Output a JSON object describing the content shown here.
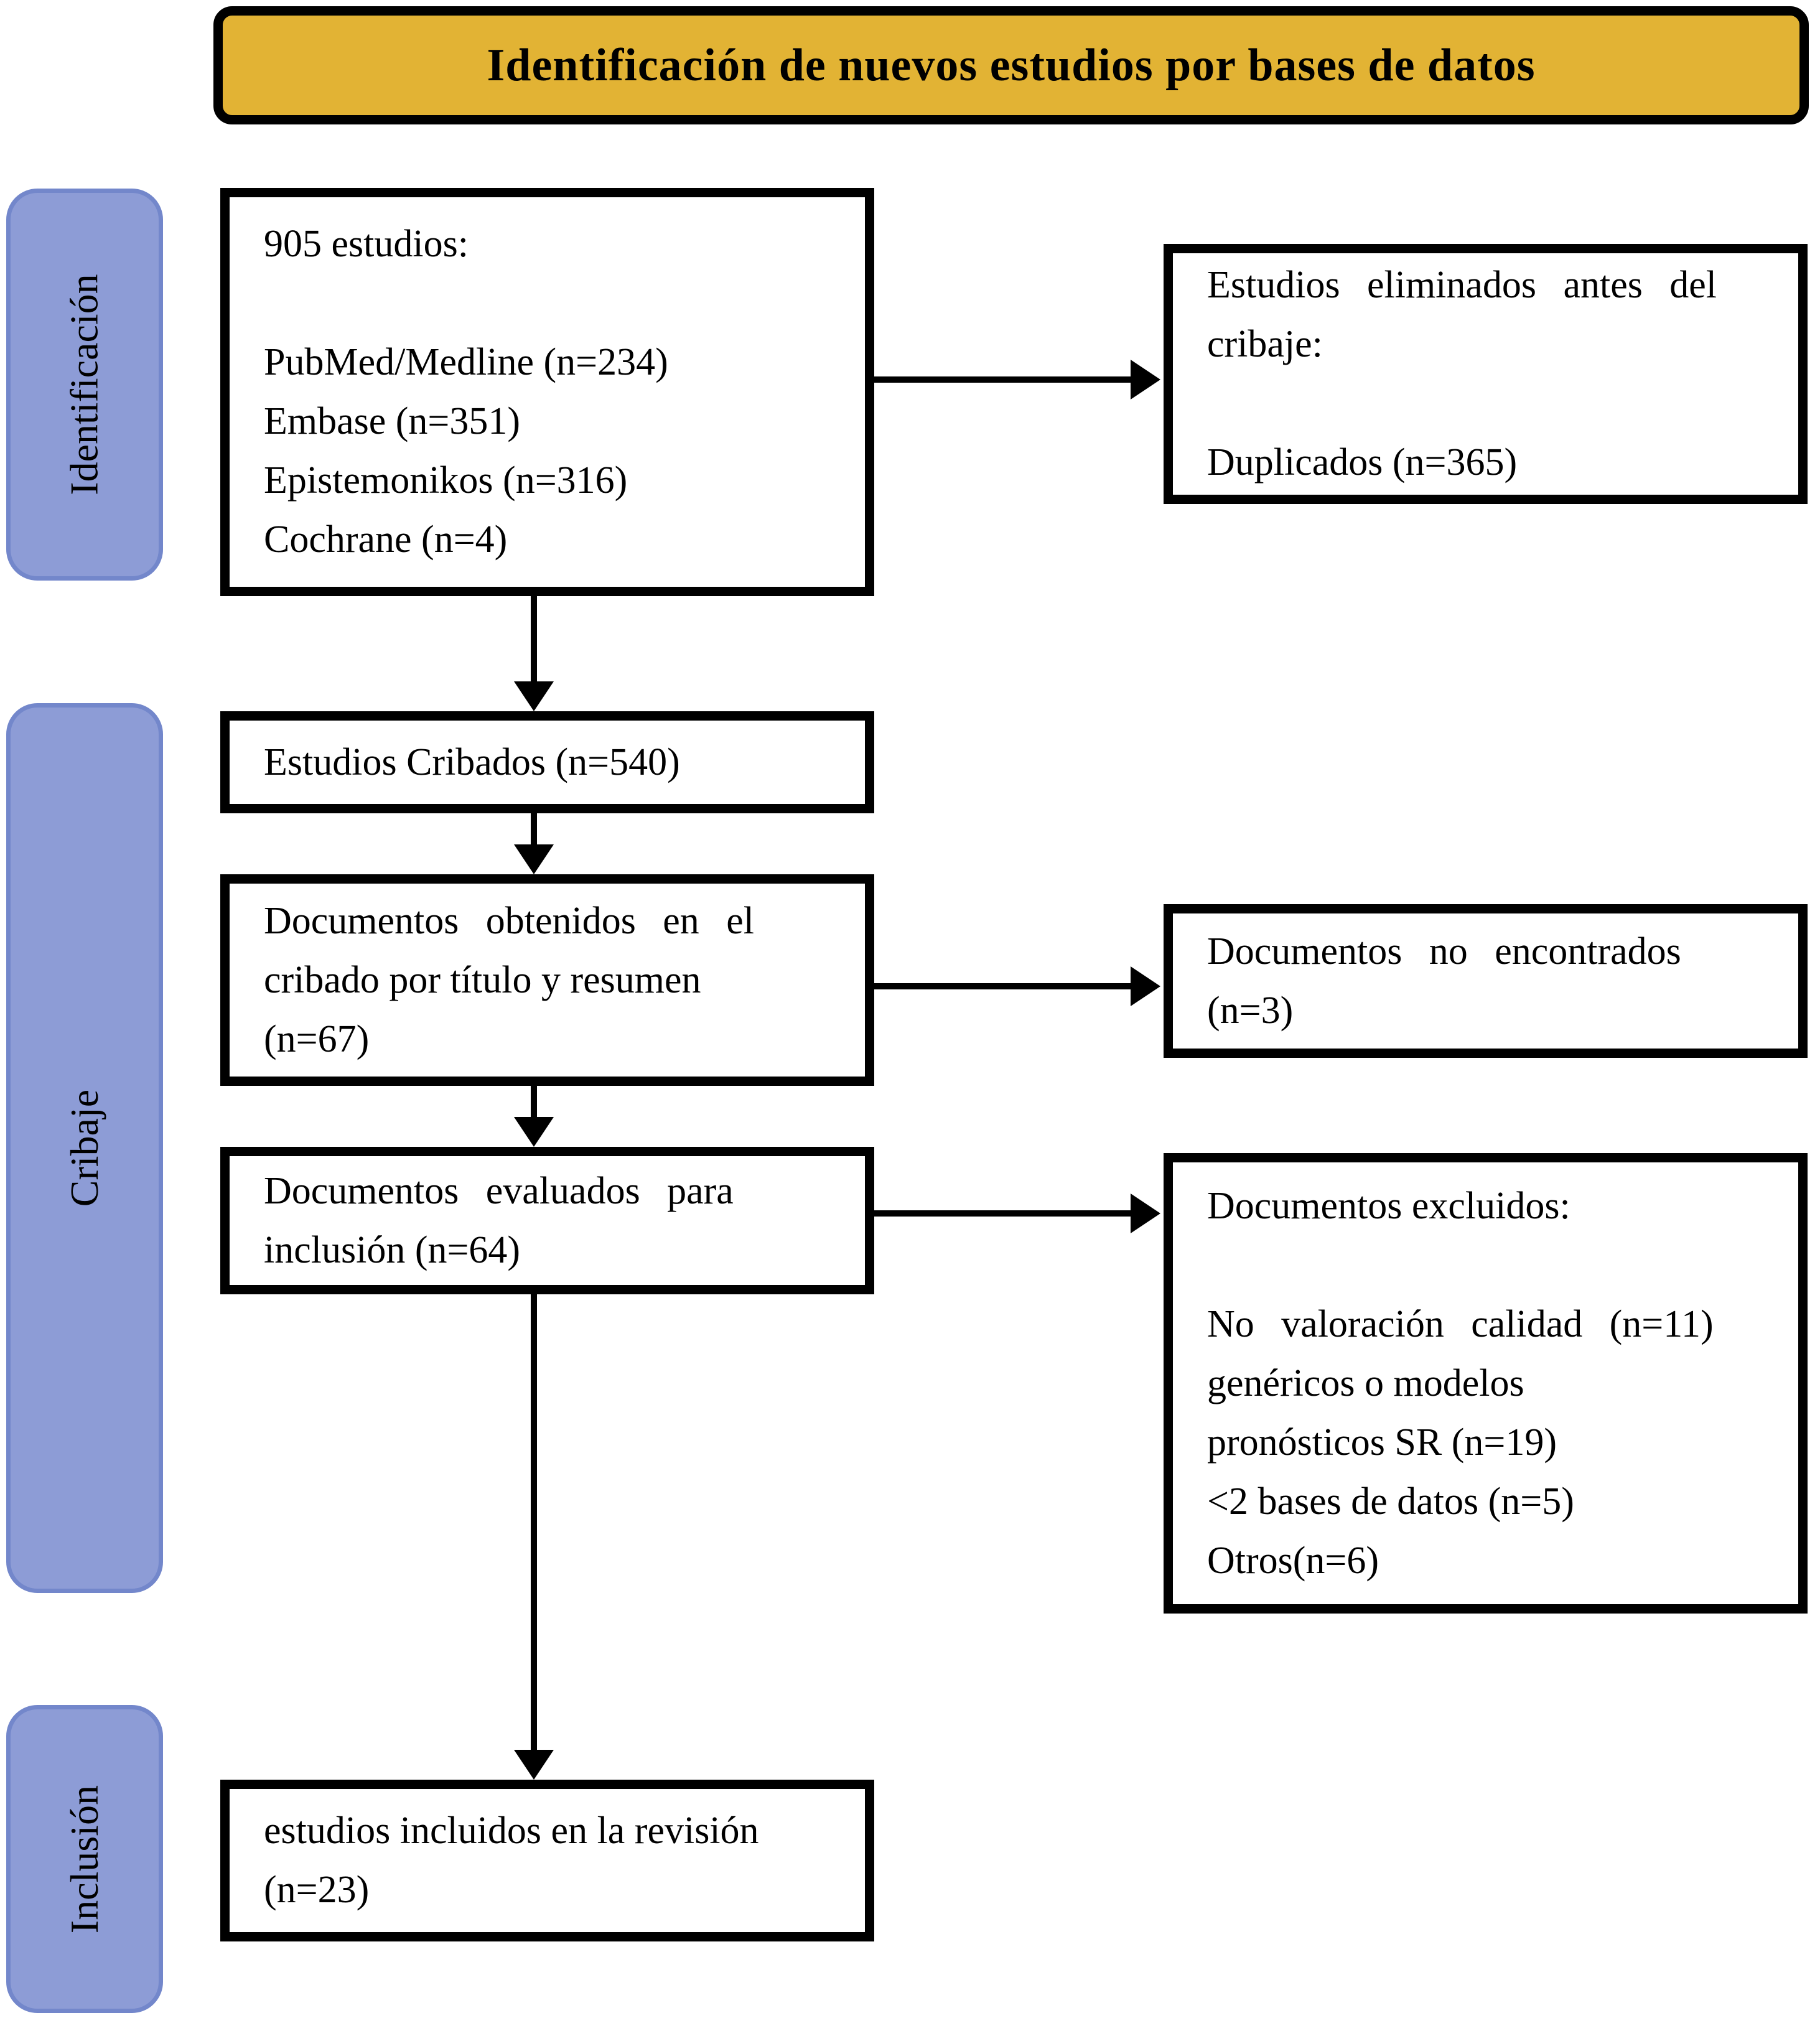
{
  "title": "Identificación de nuevos estudios por bases de datos",
  "stages": {
    "identification": "Identificación",
    "screening": "Cribaje",
    "inclusion": "Inclusión"
  },
  "boxes": {
    "sources": {
      "lines": [
        "905 estudios:",
        "",
        "PubMed/Medline (n=234)",
        "Embase (n=351)",
        "Epistemonikos (n=316)",
        "Cochrane (n=4)"
      ]
    },
    "removed": {
      "lines": [
        "Estudios eliminados antes del",
        "cribaje:",
        "",
        "Duplicados (n=365)"
      ]
    },
    "screened": {
      "lines": [
        "Estudios Cribados (n=540)"
      ]
    },
    "retrieved": {
      "lines": [
        "Documentos obtenidos en el",
        "cribado por título y resumen",
        "(n=67)"
      ]
    },
    "not_found": {
      "lines": [
        "Documentos no encontrados",
        "(n=3)"
      ]
    },
    "assessed": {
      "lines": [
        "Documentos evaluados para",
        "inclusión (n=64)"
      ]
    },
    "excluded": {
      "lines": [
        "Documentos excluidos:",
        "",
        "No valoración calidad (n=11)",
        "genéricos o modelos",
        "pronósticos SR (n=19)",
        "<2 bases de datos (n=5)",
        "Otros(n=6)"
      ]
    },
    "included": {
      "lines": [
        "estudios incluidos en la revisión",
        "(n=23)"
      ]
    }
  },
  "colors": {
    "banner_fill": "#E2B334",
    "banner_border": "#000000",
    "stage_fill": "#8D9CD6",
    "stage_border": "#7387CB",
    "box_fill": "#FFFFFF",
    "box_border": "#000000",
    "arrow": "#000000"
  }
}
